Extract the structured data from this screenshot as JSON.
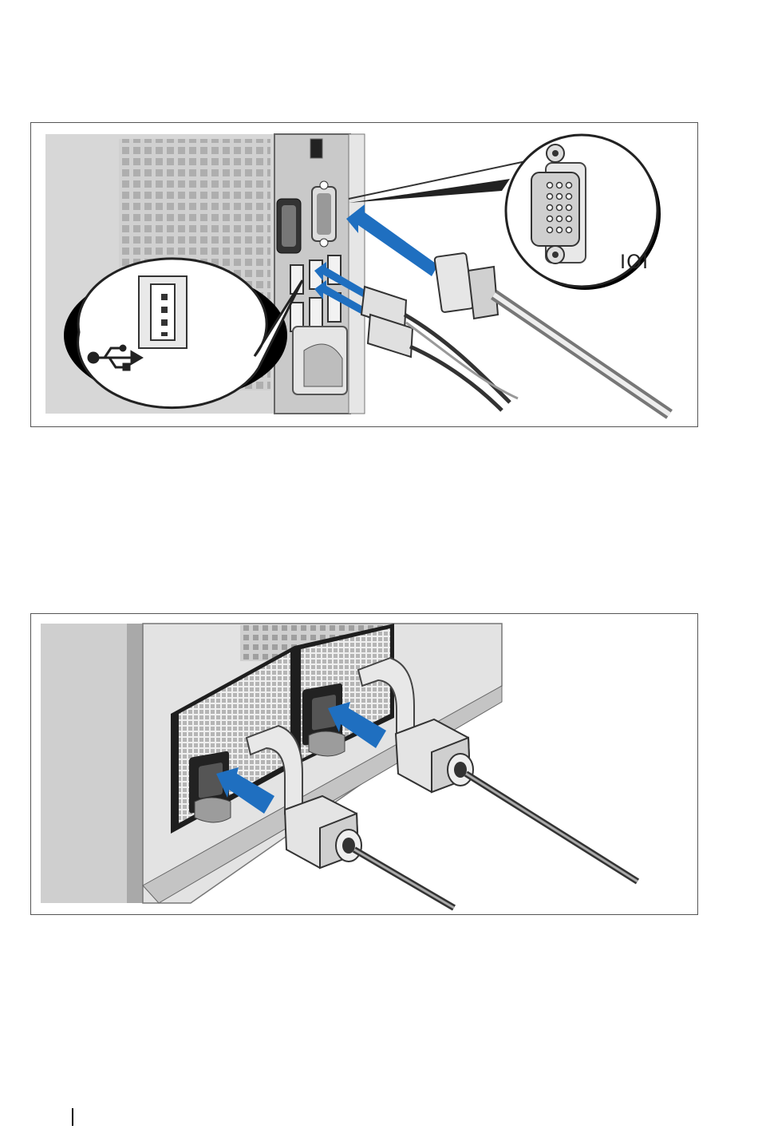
{
  "figures": [
    {
      "id": "figure-keyboard-mouse-monitor",
      "callouts": {
        "vga_symbol": "IOI",
        "usb_symbol": "usb-icon"
      }
    },
    {
      "id": "figure-power-cables",
      "callouts": {}
    }
  ],
  "colors": {
    "arrow_blue": "#1f6fc0",
    "chassis_gray": "#bdbdbd",
    "panel_gray": "#d9d9d9",
    "cable_dark": "#333333"
  }
}
